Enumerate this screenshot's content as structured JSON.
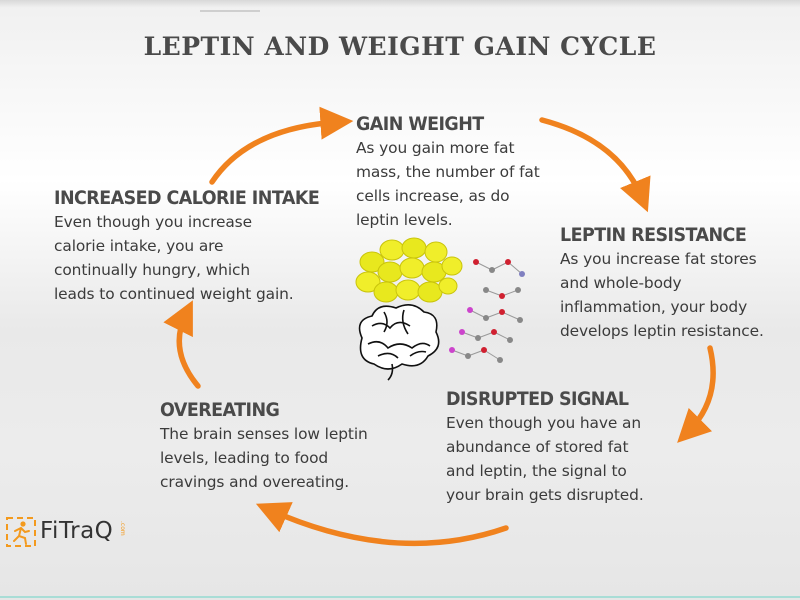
{
  "title": "LEPTIN AND WEIGHT GAIN CYCLE",
  "stages": {
    "gain_weight": {
      "heading": "GAIN WEIGHT",
      "text": "As you gain more fat\nmass, the number of fat\ncells increase, as do\nleptin levels."
    },
    "leptin_resistance": {
      "heading": "LEPTIN RESISTANCE",
      "text": "As you increase fat stores\nand whole-body\ninflammation, your body\ndevelops leptin resistance."
    },
    "disrupted_signal": {
      "heading": "DISRUPTED SIGNAL",
      "text": "Even though you have an\nabundance of stored fat\nand leptin, the signal to\nyour brain gets disrupted."
    },
    "overeating": {
      "heading": "OVEREATING",
      "text": "The brain senses low leptin\nlevels, leading to food\ncravings and overeating."
    },
    "increased_calorie_intake": {
      "heading": "INCREASED CALORIE INTAKE",
      "text": "Even though you increase\ncalorie intake, you are\ncontinually hungry, which\nleads to continued weight gain."
    }
  },
  "logo": {
    "text": "FiTraQ",
    "suffix": ".com"
  },
  "colors": {
    "arrow": "#f0821e",
    "fat_cells": "#e6e61e",
    "heading": "#4a4a4a"
  },
  "illustrations": [
    "fat-cells",
    "leptin-molecule",
    "brain-icon"
  ]
}
